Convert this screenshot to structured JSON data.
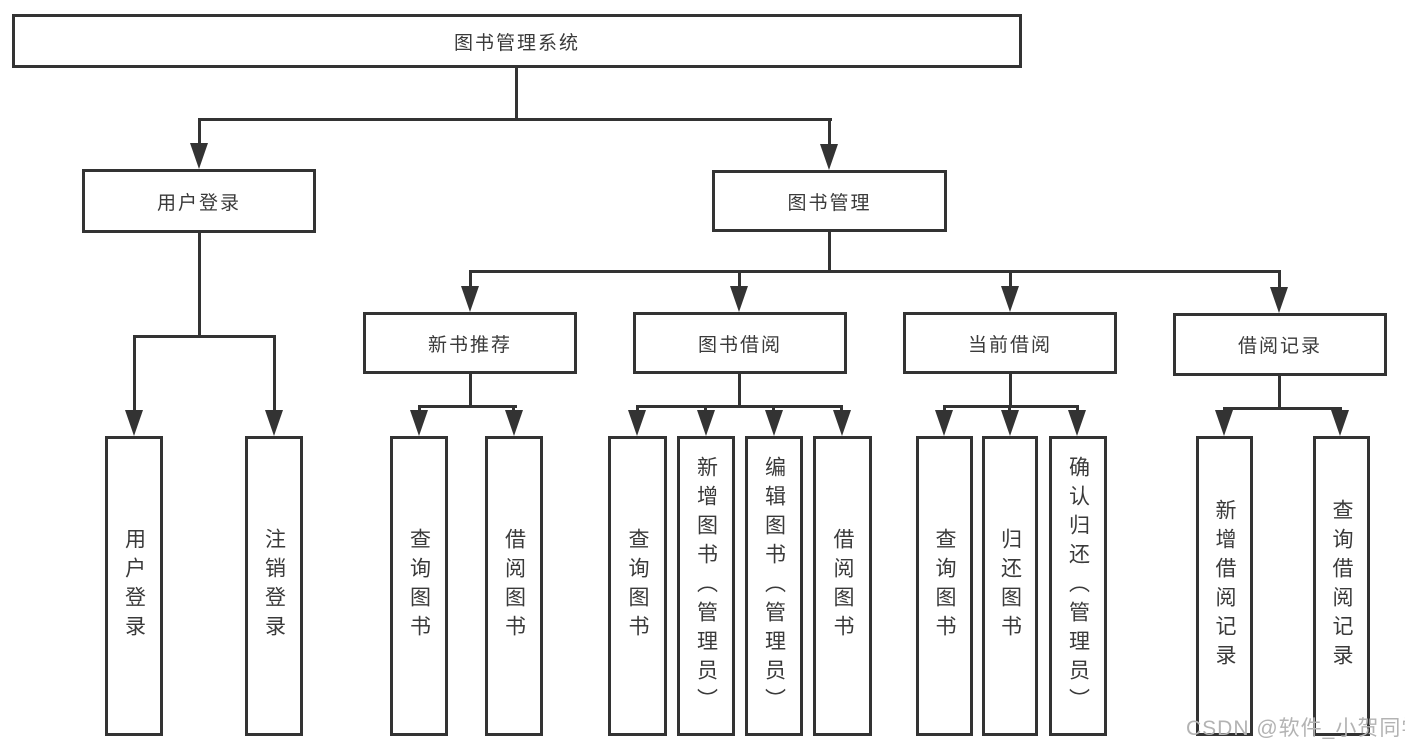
{
  "diagram": {
    "root": {
      "label": "图书管理系统"
    },
    "user_login": {
      "label": "用户登录",
      "children": [
        {
          "label": "用户登录"
        },
        {
          "label": "注销登录"
        }
      ]
    },
    "book_management": {
      "label": "图书管理",
      "groups": [
        {
          "label": "新书推荐",
          "children": [
            {
              "label": "查询图书"
            },
            {
              "label": "借阅图书"
            }
          ]
        },
        {
          "label": "图书借阅",
          "children": [
            {
              "label": "查询图书"
            },
            {
              "label": "新增图书（管理员）"
            },
            {
              "label": "编辑图书（管理员）"
            },
            {
              "label": "借阅图书"
            }
          ]
        },
        {
          "label": "当前借阅",
          "children": [
            {
              "label": "查询图书"
            },
            {
              "label": "归还图书"
            },
            {
              "label": "确认归还（管理员）"
            }
          ]
        },
        {
          "label": "借阅记录",
          "children": [
            {
              "label": "新增借阅记录"
            },
            {
              "label": "查询借阅记录"
            }
          ]
        }
      ]
    }
  },
  "watermark": {
    "text": "CSDN @软件_小贺同学"
  },
  "colors": {
    "line": "#333333",
    "border": "#2d2d2d",
    "text": "#3a3a3a",
    "watermark": "#b3b3b3",
    "background": "#ffffff"
  }
}
